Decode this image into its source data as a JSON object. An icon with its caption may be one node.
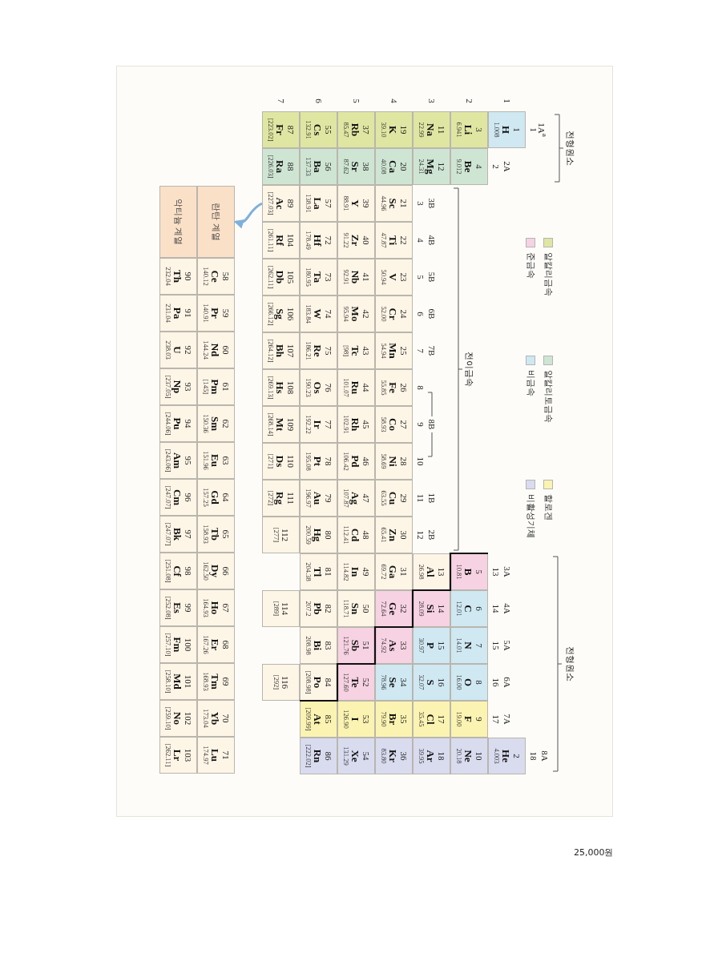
{
  "diagram": {
    "nodes": [
      {
        "text": [
          "1",
          "H",
          "1.008"
        ]
      },
      {
        "text": [
          "2",
          "He",
          "4.003"
        ]
      },
      {
        "text": [
          "3",
          "Li",
          "6.941"
        ]
      },
      {
        "text": [
          "4",
          "Be",
          "9.012"
        ]
      },
      {
        "text": [
          "5",
          "B",
          "10.81"
        ]
      },
      {
        "text": [
          "6",
          "C",
          "12.01"
        ]
      },
      {
        "text": [
          "7",
          "N",
          "14.01"
        ]
      },
      {
        "text": [
          "8",
          "O",
          "16.00"
        ]
      },
      {
        "text": [
          "9",
          "F",
          "19.00"
        ]
      },
      {
        "text": [
          "10",
          "Ne",
          "20.18"
        ]
      },
      {
        "text": [
          "11",
          "Na",
          "22.99"
        ]
      },
      {
        "text": [
          "12",
          "Mg",
          "24.31"
        ]
      },
      {
        "text": [
          "13",
          "Al",
          "26.98"
        ]
      },
      {
        "text": [
          "14",
          "Si",
          "28.09"
        ]
      },
      {
        "text": [
          "15",
          "P",
          "30.97"
        ]
      },
      {
        "text": [
          "16",
          "S",
          "32.07"
        ]
      },
      {
        "text": [
          "17",
          "Cl",
          "35.45"
        ]
      },
      {
        "text": [
          "18",
          "Ar",
          "39.95"
        ]
      },
      {
        "text": [
          "19",
          "K",
          "39.10"
        ]
      },
      {
        "text": [
          "20",
          "Ca",
          "40.08"
        ]
      },
      {
        "text": [
          "21",
          "Sc",
          "44.96"
        ]
      },
      {
        "text": [
          "22",
          "Ti",
          "47.87"
        ]
      },
      {
        "text": [
          "23",
          "V",
          "50.94"
        ]
      },
      {
        "text": [
          "24",
          "Cr",
          "52.00"
        ]
      },
      {
        "text": [
          "25",
          "Mn",
          "54.94"
        ]
      },
      {
        "text": [
          "26",
          "Fe",
          "55.85"
        ]
      },
      {
        "text": [
          "27",
          "Co",
          "58.93"
        ]
      },
      {
        "text": [
          "28",
          "Ni",
          "58.69"
        ]
      },
      {
        "text": [
          "29",
          "Cu",
          "63.55"
        ]
      },
      {
        "text": [
          "30",
          "Zn",
          "65.41"
        ]
      },
      {
        "text": [
          "31",
          "Ga",
          "69.72"
        ]
      },
      {
        "text": [
          "32",
          "Ge",
          "72.64"
        ]
      },
      {
        "text": [
          "33",
          "As",
          "74.92"
        ]
      },
      {
        "text": [
          "34",
          "Se",
          "78.96"
        ]
      },
      {
        "text": [
          "35",
          "Br",
          "79.90"
        ]
      },
      {
        "text": [
          "36",
          "Kr",
          "83.80"
        ]
      },
      {
        "text": [
          "37",
          "Rb",
          "85.47"
        ]
      },
      {
        "text": [
          "38",
          "Sr",
          "87.62"
        ]
      },
      {
        "text": [
          "39",
          "Y",
          "88.91"
        ]
      },
      {
        "text": [
          "40",
          "Zr",
          "91.22"
        ]
      },
      {
        "text": [
          "41",
          "Nb",
          "92.91"
        ]
      },
      {
        "text": [
          "42",
          "Mo",
          "95.94"
        ]
      },
      {
        "text": [
          "43",
          "Tc",
          "[98]"
        ]
      },
      {
        "text": [
          "44",
          "Ru",
          "101.07"
        ]
      },
      {
        "text": [
          "45",
          "Rh",
          "102.91"
        ]
      },
      {
        "text": [
          "46",
          "Pd",
          "106.42"
        ]
      },
      {
        "text": [
          "47",
          "Ag",
          "107.87"
        ]
      },
      {
        "text": [
          "48",
          "Cd",
          "112.41"
        ]
      },
      {
        "text": [
          "49",
          "In",
          "114.82"
        ]
      },
      {
        "text": [
          "50",
          "Sn",
          "118.71"
        ]
      },
      {
        "text": [
          "51",
          "Sb",
          "121.76"
        ]
      },
      {
        "text": [
          "52",
          "Te",
          "127.60"
        ]
      },
      {
        "text": [
          "53",
          "I",
          "126.90"
        ]
      },
      {
        "text": [
          "54",
          "Xe",
          "131.29"
        ]
      },
      {
        "text": [
          "55",
          "Cs",
          "132.91"
        ]
      },
      {
        "text": [
          "56",
          "Ba",
          "137.33"
        ]
      },
      {
        "text": [
          "57",
          "La",
          "138.91"
        ]
      },
      {
        "text": [
          "72",
          "Hf",
          "178.49"
        ]
      },
      {
        "text": [
          "73",
          "Ta",
          "180.95"
        ]
      },
      {
        "text": [
          "74",
          "W",
          "183.84"
        ]
      },
      {
        "text": [
          "75",
          "Re",
          "186.21"
        ]
      },
      {
        "text": [
          "76",
          "Os",
          "190.23"
        ]
      },
      {
        "text": [
          "77",
          "Ir",
          "192.22"
        ]
      },
      {
        "text": [
          "78",
          "Pt",
          "195.08"
        ]
      },
      {
        "text": [
          "79",
          "Au",
          "196.97"
        ]
      },
      {
        "text": [
          "80",
          "Hg",
          "200.59"
        ]
      },
      {
        "text": [
          "81",
          "Tl",
          "204.38"
        ]
      },
      {
        "text": [
          "82",
          "Pb",
          "207.2"
        ]
      },
      {
        "text": [
          "83",
          "Bi",
          "208.98"
        ]
      },
      {
        "text": [
          "84",
          "Po",
          "[208.98]"
        ]
      },
      {
        "text": [
          "85",
          "At",
          "[209.99]"
        ]
      },
      {
        "text": [
          "86",
          "Rn",
          "[222.02]"
        ]
      },
      {
        "text": [
          "87",
          "Fr",
          "[223.02]"
        ]
      },
      {
        "text": [
          "88",
          "Ra",
          "[226.03]"
        ]
      },
      {
        "text": [
          "89",
          "Ac",
          "[227.03]"
        ]
      },
      {
        "text": [
          "104",
          "Rf",
          "[261.11]"
        ]
      },
      {
        "text": [
          "105",
          "Db",
          "[262.11]"
        ]
      },
      {
        "text": [
          "106",
          "Sg",
          "[266.12]"
        ]
      },
      {
        "text": [
          "107",
          "Bh",
          "[264.12]"
        ]
      },
      {
        "text": [
          "108",
          "Hs",
          "[269.13]"
        ]
      },
      {
        "text": [
          "109",
          "Mt",
          "[268.14]"
        ]
      },
      {
        "text": [
          "110",
          "Ds",
          "[271]"
        ]
      },
      {
        "text": [
          "111",
          "Rg",
          "[272]"
        ]
      },
      {
        "text": [
          "112",
          "[277]"
        ]
      },
      {
        "text": [
          "114",
          "[289]"
        ]
      },
      {
        "text": [
          "116",
          "[292]"
        ]
      },
      {
        "text": [
          "란탄 계열"
        ]
      },
      {
        "text": [
          "58",
          "Ce",
          "140.12"
        ]
      },
      {
        "text": [
          "59",
          "Pr",
          "140.91"
        ]
      },
      {
        "text": [
          "60",
          "Nd",
          "144.24"
        ]
      },
      {
        "text": [
          "61",
          "Pm",
          "[145]"
        ]
      },
      {
        "text": [
          "62",
          "Sm",
          "150.36"
        ]
      },
      {
        "text": [
          "63",
          "Eu",
          "151.96"
        ]
      },
      {
        "text": [
          "64",
          "Gd",
          "157.25"
        ]
      },
      {
        "text": [
          "65",
          "Tb",
          "158.93"
        ]
      },
      {
        "text": [
          "66",
          "Dy",
          "162.50"
        ]
      },
      {
        "text": [
          "67",
          "Ho",
          "164.93"
        ]
      },
      {
        "text": [
          "68",
          "Er",
          "167.26"
        ]
      },
      {
        "text": [
          "69",
          "Tm",
          "168.93"
        ]
      },
      {
        "text": [
          "70",
          "Yb",
          "173.04"
        ]
      },
      {
        "text": [
          "71",
          "Lu",
          "174.97"
        ]
      },
      {
        "text": [
          "악티늄 계열"
        ]
      },
      {
        "text": [
          "90",
          "Th",
          "232.04"
        ]
      },
      {
        "text": [
          "91",
          "Pa",
          "231.04"
        ]
      },
      {
        "text": [
          "92",
          "U",
          "238.03"
        ]
      },
      {
        "text": [
          "93",
          "Np",
          "[237.05]"
        ]
      },
      {
        "text": [
          "94",
          "Pu",
          "[244.06]"
        ]
      },
      {
        "text": [
          "95",
          "Am",
          "[243.06]"
        ]
      },
      {
        "text": [
          "96",
          "Cm",
          "[247.07]"
        ]
      },
      {
        "text": [
          "97",
          "Bk",
          "[247.07]"
        ]
      },
      {
        "text": [
          "98",
          "Cf",
          "[251.08]"
        ]
      },
      {
        "text": [
          "99",
          "Es",
          "[252.08]"
        ]
      },
      {
        "text": [
          "100",
          "Fm",
          "[257.10]"
        ]
      },
      {
        "text": [
          "101",
          "Md",
          "[258.10]"
        ]
      },
      {
        "text": [
          "102",
          "No",
          "[259.10]"
        ]
      },
      {
        "text": [
          "103",
          "Lr",
          "[262.11]"
        ]
      }
    ],
    "edges": [
      {
        "from": 74,
        "to": 86,
        "arrow": "to"
      }
    ],
    "labels": [
      "1A$^{a}$",
      "1",
      "2A",
      "2",
      "3B",
      "3",
      "4B",
      "4",
      "5B",
      "5",
      "6B",
      "6",
      "7B",
      "7",
      "8B",
      "8",
      "9",
      "10",
      "1B",
      "11",
      "2B",
      "12",
      "3A",
      "13",
      "4A",
      "14",
      "5A",
      "15",
      "6A",
      "16",
      "7A",
      "17",
      "8A",
      "18",
      "1",
      "2",
      "3",
      "4",
      "5",
      "6",
      "7",
      "전형원소",
      "전이금속",
      "전형원소",
      "25,000원"
    ],
    "legend": [
      {
        "text": "알칼리금속",
        "color": "#dfe6a2"
      },
      {
        "text": "알칼리토금속",
        "color": "#cfe5d3"
      },
      {
        "text": "할로겐",
        "color": "#fbf3b1"
      },
      {
        "text": "준금속",
        "color": "#f6d2e2"
      },
      {
        "text": "비금속",
        "color": "#cfe8f2"
      },
      {
        "text": "비활성기체",
        "color": "#d9dcef"
      }
    ]
  }
}
